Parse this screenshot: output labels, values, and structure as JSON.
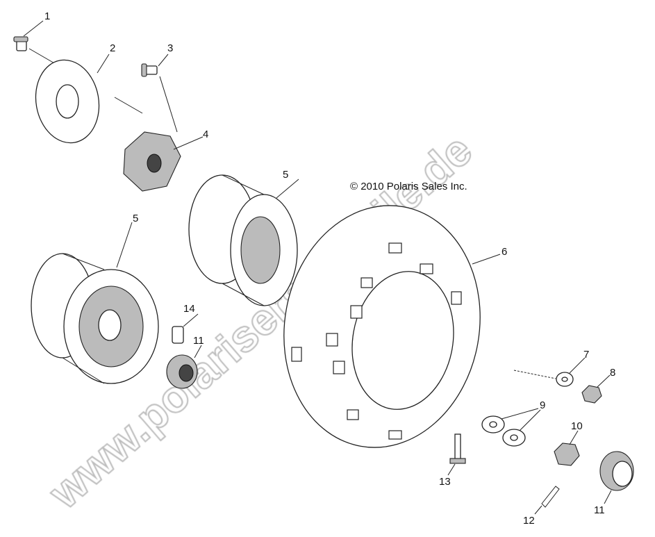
{
  "diagram": {
    "copyright": "© 2010 Polaris Sales Inc.",
    "watermark": "www.polarisersatzteile.de",
    "callouts": [
      "1",
      "2",
      "3",
      "4",
      "5",
      "5",
      "6",
      "14",
      "11",
      "7",
      "8",
      "9",
      "10",
      "13",
      "12",
      "11"
    ],
    "colors": {
      "line": "#222222",
      "watermark": "#bdbdbd",
      "background": "#ffffff"
    }
  }
}
